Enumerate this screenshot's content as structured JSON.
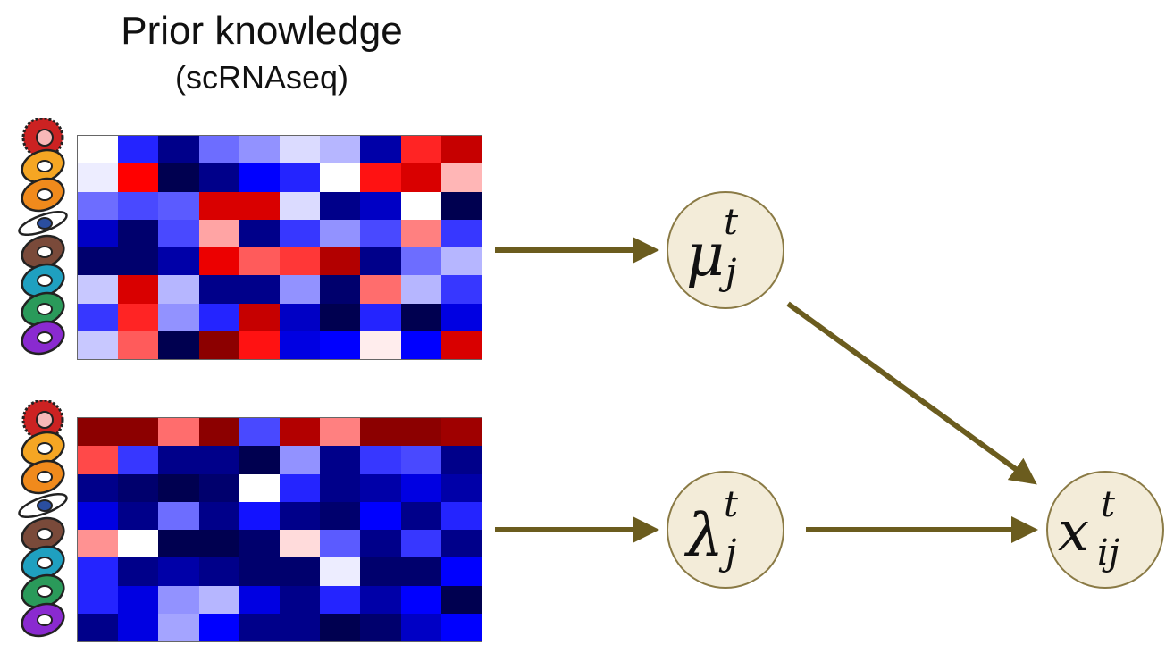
{
  "title": "Prior knowledge",
  "subtitle": "(scRNAseq)",
  "nodes": [
    {
      "id": "mu",
      "symbol": "μ",
      "sup": "t",
      "sub": "j"
    },
    {
      "id": "lambda",
      "symbol": "λ",
      "sup": "t",
      "sub": "j"
    },
    {
      "id": "x",
      "symbol": "x",
      "sup": "t",
      "sub": "ij"
    }
  ],
  "edges": [
    {
      "from": "heatmap-top",
      "to": "mu"
    },
    {
      "from": "heatmap-bottom",
      "to": "lambda"
    },
    {
      "from": "mu",
      "to": "x"
    },
    {
      "from": "lambda",
      "to": "x"
    }
  ],
  "colors": {
    "arrow": "#6b5c1e",
    "node_fill": "#f3ecd9",
    "node_stroke": "#8a7a45"
  },
  "cell_types": [
    {
      "icon": "red-spiky-cell-icon",
      "color": "#cc2222"
    },
    {
      "icon": "orange-cell-icon",
      "color": "#f5a623"
    },
    {
      "icon": "orange-cell-icon",
      "color": "#f08a1c"
    },
    {
      "icon": "blue-white-cell-icon",
      "color": "#2a4ea0"
    },
    {
      "icon": "brown-cell-icon",
      "color": "#7a4a3a"
    },
    {
      "icon": "cyan-cell-icon",
      "color": "#1fa0c0"
    },
    {
      "icon": "green-cell-icon",
      "color": "#2a9a5a"
    },
    {
      "icon": "purple-cell-icon",
      "color": "#8a2ad0"
    }
  ],
  "heatmap_top": [
    [
      0.0,
      -0.6,
      -0.9,
      -0.4,
      -0.3,
      -0.1,
      -0.2,
      -0.85,
      0.6,
      0.85
    ],
    [
      -0.05,
      0.7,
      -1.0,
      -0.9,
      -0.7,
      -0.6,
      0.0,
      0.65,
      0.8,
      0.2
    ],
    [
      -0.4,
      -0.5,
      -0.45,
      0.8,
      0.8,
      -0.1,
      -0.9,
      -0.8,
      0.0,
      -1.0
    ],
    [
      -0.8,
      -0.95,
      -0.5,
      0.25,
      -0.9,
      -0.55,
      -0.3,
      -0.5,
      0.35,
      -0.55
    ],
    [
      -0.95,
      -0.95,
      -0.85,
      0.75,
      0.45,
      0.55,
      0.9,
      -0.9,
      -0.4,
      -0.2
    ],
    [
      -0.15,
      0.8,
      -0.2,
      -0.9,
      -0.9,
      -0.3,
      -0.95,
      0.4,
      -0.2,
      -0.55
    ],
    [
      -0.55,
      0.6,
      -0.3,
      -0.6,
      0.85,
      -0.8,
      -1.0,
      -0.6,
      -1.0,
      -0.75
    ],
    [
      -0.15,
      0.45,
      -1.0,
      1.0,
      0.65,
      -0.75,
      -0.7,
      0.05,
      -0.7,
      0.8
    ]
  ],
  "heatmap_bottom": [
    [
      1.0,
      1.0,
      0.4,
      1.0,
      -0.5,
      0.9,
      0.35,
      1.0,
      1.0,
      0.95
    ],
    [
      0.5,
      -0.55,
      -0.9,
      -0.9,
      -1.0,
      -0.3,
      -0.9,
      -0.55,
      -0.5,
      -0.9
    ],
    [
      -0.9,
      -0.95,
      -1.0,
      -0.95,
      0.0,
      -0.6,
      -0.9,
      -0.85,
      -0.75,
      -0.85
    ],
    [
      -0.75,
      -0.9,
      -0.4,
      -0.9,
      -0.65,
      -0.9,
      -0.95,
      -0.7,
      -0.9,
      -0.6
    ],
    [
      0.3,
      0.0,
      -1.0,
      -1.0,
      -0.95,
      0.1,
      -0.45,
      -0.9,
      -0.55,
      -0.9
    ],
    [
      -0.6,
      -0.9,
      -0.85,
      -0.9,
      -0.95,
      -0.95,
      -0.05,
      -0.95,
      -0.95,
      -0.7
    ],
    [
      -0.6,
      -0.75,
      -0.3,
      -0.2,
      -0.75,
      -0.9,
      -0.6,
      -0.85,
      -0.7,
      -1.0
    ],
    [
      -0.9,
      -0.75,
      -0.25,
      -0.7,
      -0.9,
      -0.9,
      -1.0,
      -0.95,
      -0.8,
      -0.7
    ]
  ]
}
